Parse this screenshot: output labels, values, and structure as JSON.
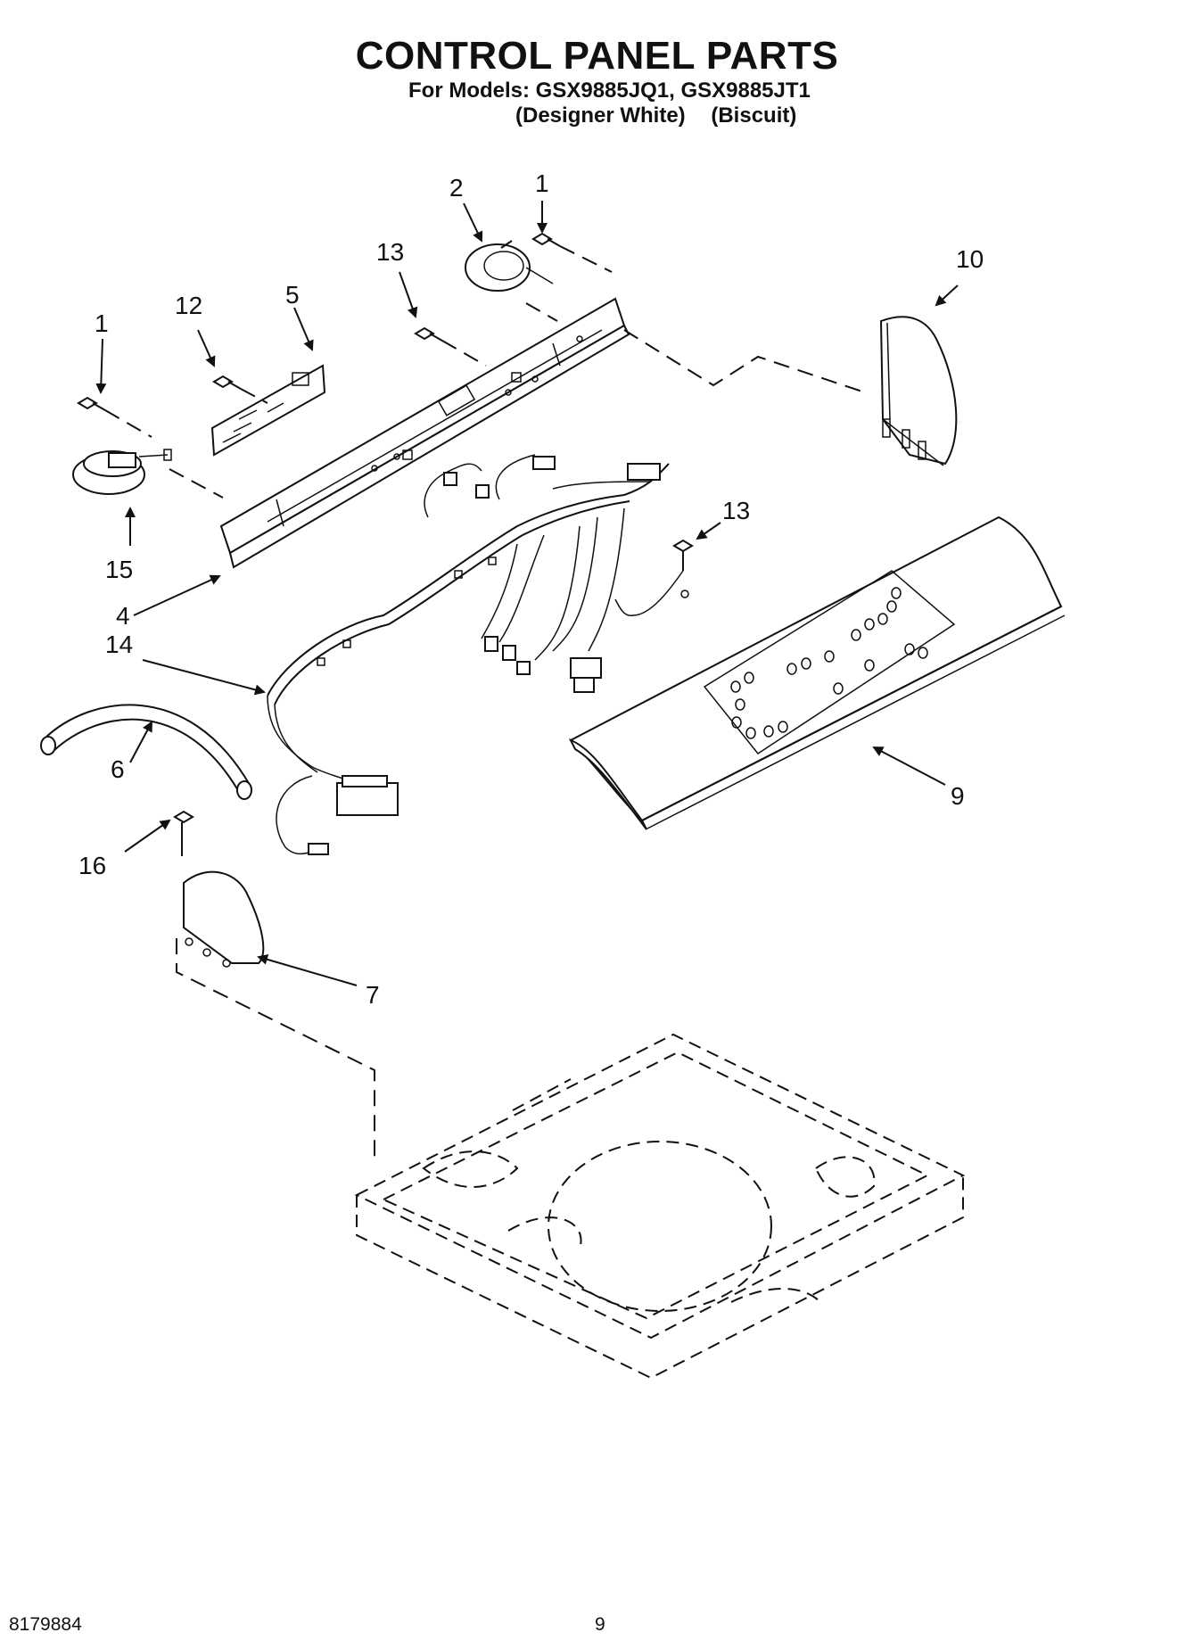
{
  "header": {
    "title": "CONTROL PANEL PARTS",
    "models_line": "For Models: GSX9885JQ1, GSX9885JT1",
    "variant_1": "(Designer White)",
    "variant_2": "(Biscuit)"
  },
  "callouts": {
    "c1a": "1",
    "c1b": "1",
    "c2": "2",
    "c4": "4",
    "c5": "5",
    "c6": "6",
    "c7": "7",
    "c9": "9",
    "c10": "10",
    "c12": "12",
    "c13a": "13",
    "c13b": "13",
    "c14": "14",
    "c15": "15",
    "c16": "16"
  },
  "footer": {
    "doc_number": "8179884",
    "page_number": "9"
  }
}
